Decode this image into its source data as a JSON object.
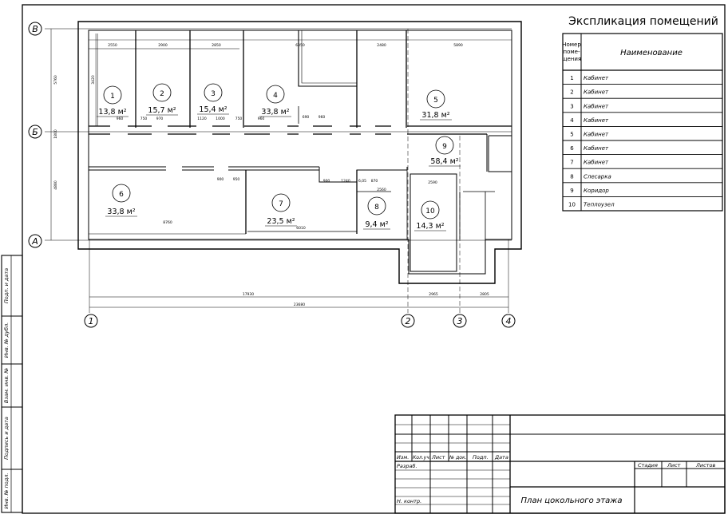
{
  "explication": {
    "title": "Экспликация помещений",
    "header_num": [
      "Номер",
      "поме-",
      "щения"
    ],
    "header_name": "Наименование",
    "rows": [
      {
        "num": "1",
        "name": "Кабинет"
      },
      {
        "num": "2",
        "name": "Кабинет"
      },
      {
        "num": "3",
        "name": "Кабинет"
      },
      {
        "num": "4",
        "name": "Кабинет"
      },
      {
        "num": "5",
        "name": "Кабинет"
      },
      {
        "num": "6",
        "name": "Кабинет"
      },
      {
        "num": "7",
        "name": "Кабинет"
      },
      {
        "num": "8",
        "name": "Слесарка"
      },
      {
        "num": "9",
        "name": "Коридор"
      },
      {
        "num": "10",
        "name": "Теплоузел"
      }
    ]
  },
  "rooms": [
    {
      "num": "1",
      "area": "13,8 м²"
    },
    {
      "num": "2",
      "area": "15,7 м²"
    },
    {
      "num": "3",
      "area": "15,4 м²"
    },
    {
      "num": "4",
      "area": "33,8 м²"
    },
    {
      "num": "5",
      "area": "31,8 м²"
    },
    {
      "num": "9",
      "area": "58,4 м²"
    },
    {
      "num": "6",
      "area": "33,8 м²"
    },
    {
      "num": "7",
      "area": "23,5 м²"
    },
    {
      "num": "8",
      "area": "9,4 м²"
    },
    {
      "num": "10",
      "area": "14,3 м²"
    }
  ],
  "axes": {
    "letters": [
      "В",
      "Б",
      "А"
    ],
    "numbers": [
      "1",
      "2",
      "3",
      "4"
    ]
  },
  "dimensions": {
    "top": [
      "2550",
      "2900",
      "2850",
      "6350",
      "2480",
      "5890"
    ],
    "left": [
      "5760",
      "1800",
      "4880"
    ],
    "left_inner": "3420",
    "doors_upper": [
      "960",
      "750",
      "970",
      "1120",
      "1000",
      "750",
      "960",
      "690",
      "960"
    ],
    "doors_lower": [
      "900",
      "950",
      "900",
      "1240",
      "870",
      "6,05"
    ],
    "inner": [
      "8760",
      "6010",
      "2560",
      "2590"
    ],
    "bottom_segments": [
      "17930",
      "2965",
      "2805"
    ],
    "bottom_total": "23680"
  },
  "stamp": {
    "col_headers": [
      "Изм.",
      "Кол.уч.",
      "Лист",
      "№ док.",
      "Подп.",
      "Дата"
    ],
    "roles": [
      "Разраб.",
      "Н. контр."
    ],
    "stage_headers": [
      "Стадия",
      "Лист",
      "Листов"
    ],
    "sheet_title": "План цокольного этажа"
  },
  "side_stamp": [
    "Подп. и дата",
    "Инв. № дубл.",
    "Взам. инв. №",
    "Подпись и дата",
    "Инв. № подл."
  ]
}
